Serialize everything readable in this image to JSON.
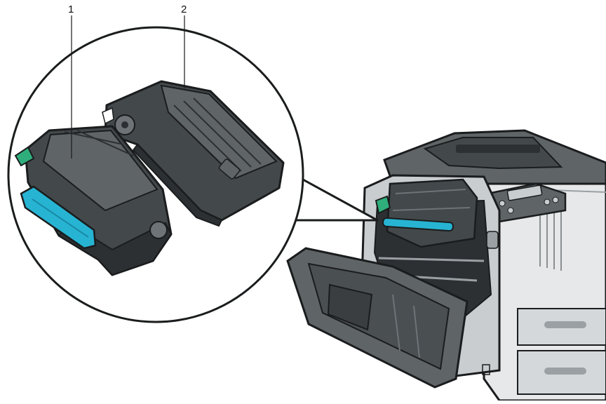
{
  "callouts": [
    {
      "number": "1",
      "part": "toner-cartridge"
    },
    {
      "number": "2",
      "part": "drum-unit"
    }
  ],
  "colors": {
    "body_light": "#e6e8e9",
    "body_mid": "#c9cdd0",
    "body_dark": "#5f6467",
    "panel_dark": "#43484b",
    "shadow": "#2c3033",
    "highlight_blue": "#27b4d3",
    "highlight_green": "#2fae7c",
    "outline": "#1a1c1d"
  }
}
